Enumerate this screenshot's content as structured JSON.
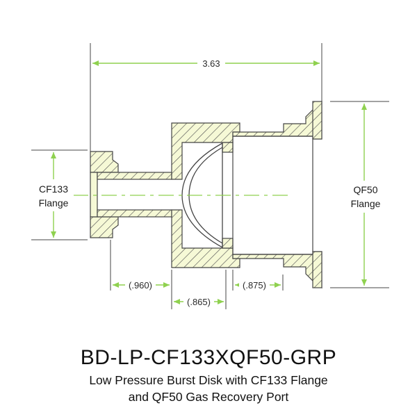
{
  "colors": {
    "dimension": "#8fd14f",
    "body_fill": "#f6f9d6",
    "outline": "#444444",
    "hatch": "#555555",
    "centerline": "#8fd14f"
  },
  "dimensions": {
    "overall": "3.63",
    "cf_segment": "(.960)",
    "mid_segment": "(.865)",
    "qf_segment": "(.875)"
  },
  "labels": {
    "left_line1": "CF133",
    "left_line2": "Flange",
    "right_line1": "QF50",
    "right_line2": "Flange"
  },
  "title": {
    "part_number": "BD-LP-CF133XQF50-GRP",
    "line1": "Low Pressure Burst Disk with CF133 Flange",
    "line2": "and QF50 Gas Recovery Port"
  }
}
